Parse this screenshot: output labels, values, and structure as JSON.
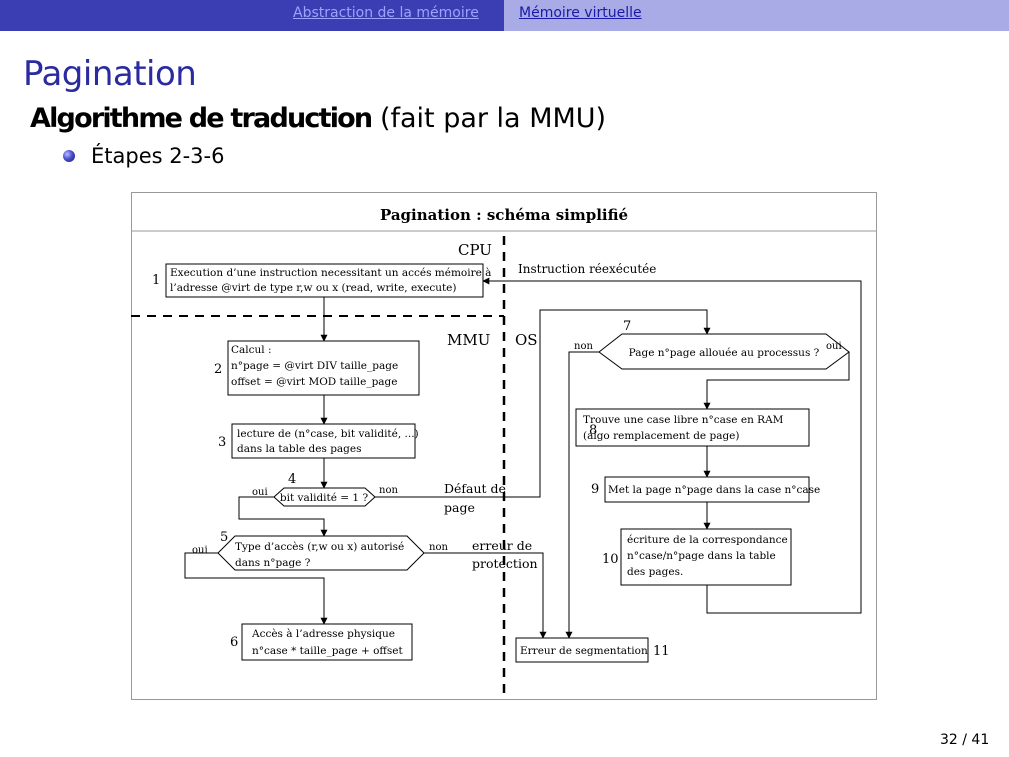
{
  "nav": {
    "left": "Abstraction de la mémoire",
    "right": "Mémoire virtuelle"
  },
  "title": "Pagination",
  "subtitle": {
    "bold": "Algorithme de traduction",
    "rest": "(fait par la MMU)"
  },
  "bullet": "Étapes 2-3-6",
  "diagram": {
    "title": "Pagination : schéma simplifié",
    "zones": {
      "cpu": "CPU",
      "mmu": "MMU",
      "os": "OS"
    },
    "steps": {
      "s1": {
        "num": "1",
        "line1": "Execution d’une instruction necessitant un accés mémoire à",
        "line2": "l’adresse @virt de type r,w ou x (read, write, execute)"
      },
      "s2": {
        "num": "2",
        "line1": "Calcul :",
        "line2": "n°page = @virt DIV taille_page",
        "line3": "offset = @virt MOD taille_page"
      },
      "s3": {
        "num": "3",
        "line1": "lecture de (n°case, bit validité, ...)",
        "line2": "dans la table des pages"
      },
      "s4": {
        "num": "4",
        "label": "bit validité = 1 ?"
      },
      "s5": {
        "num": "5",
        "line1": "Type d’accès (r,w ou x) autorisé",
        "line2": "dans n°page ?"
      },
      "s6": {
        "num": "6",
        "line1": "Accès à l’adresse physique",
        "line2": "n°case * taille_page + offset"
      },
      "s7": {
        "num": "7",
        "label": "Page n°page allouée au processus ?"
      },
      "s8": {
        "num": "8",
        "line1": "Trouve une case libre n°case en RAM",
        "line2": "(algo remplacement de page)"
      },
      "s9": {
        "num": "9",
        "label": "Met la page n°page dans la case n°case"
      },
      "s10": {
        "num": "10",
        "line1": "écriture de la correspondance",
        "line2": "n°case/n°page dans la table",
        "line3": "des pages."
      },
      "s11": {
        "num": "11",
        "label": "Erreur de segmentation"
      }
    },
    "edges": {
      "oui": "oui",
      "non": "non",
      "instr": "Instruction réexécutée",
      "defaut1": "Défaut de",
      "defaut2": "page",
      "erreur1": "erreur de",
      "erreur2": "protection"
    }
  },
  "page_number": "32 / 41"
}
